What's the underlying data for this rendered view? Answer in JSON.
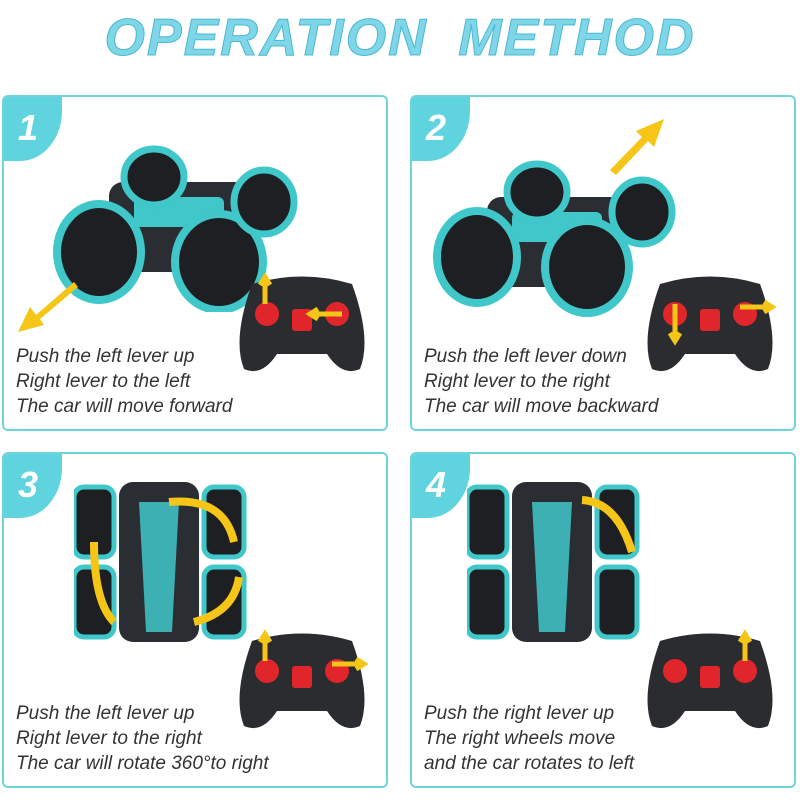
{
  "title": "OPERATION METHOD",
  "colors": {
    "accent": "#5fd4de",
    "arrow": "#f5c518",
    "car_teal": "#3fc7c9",
    "dark": "#222222",
    "red": "#e0262b"
  },
  "panels": [
    {
      "number": "1",
      "lines": [
        "Push the left lever up",
        "Right lever to the left",
        "The car will move forward"
      ]
    },
    {
      "number": "2",
      "lines": [
        "Push the left lever down",
        "Right lever to the right",
        "The car will move backward"
      ]
    },
    {
      "number": "3",
      "lines": [
        "Push the left lever up",
        "Right lever to the right",
        "The car will rotate 360°to right"
      ]
    },
    {
      "number": "4",
      "lines": [
        "Push the right lever up",
        "The right wheels move",
        "and the car rotates to left"
      ]
    }
  ]
}
